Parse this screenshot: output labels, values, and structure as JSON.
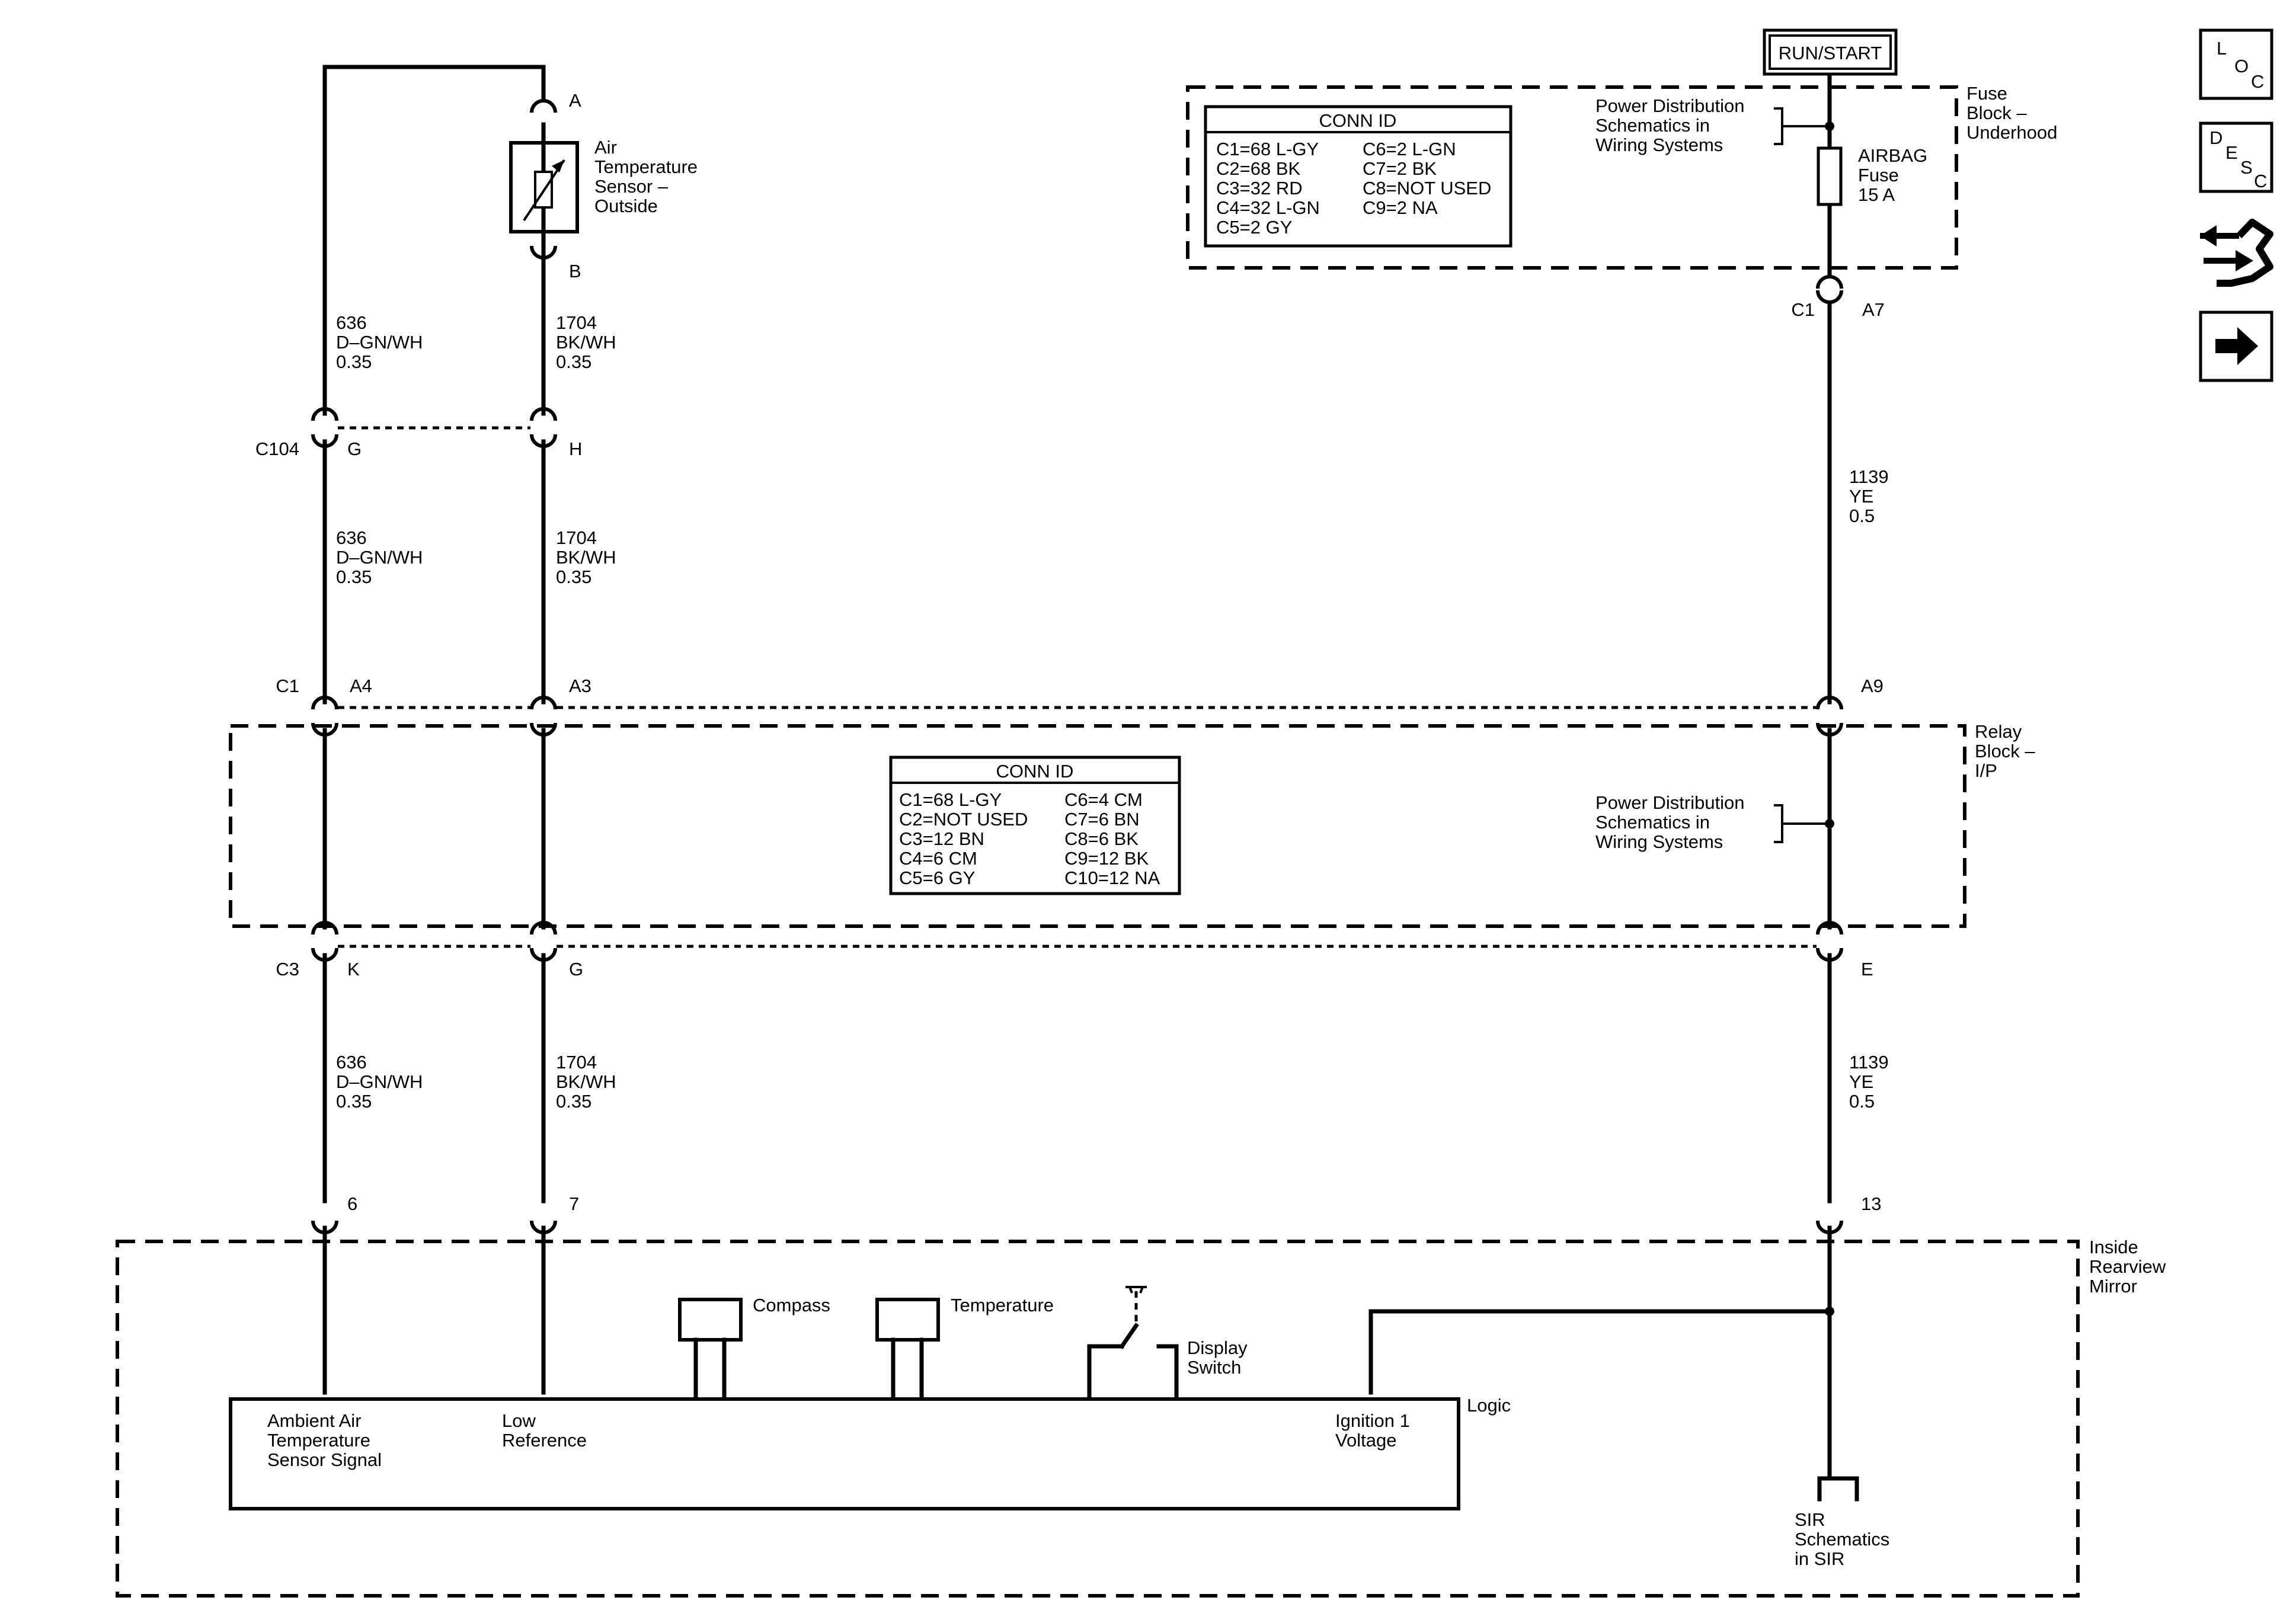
{
  "power": {
    "run_start": "RUN/START"
  },
  "fuse_block": {
    "title": [
      "Fuse",
      "Block –",
      "Underhood"
    ],
    "conn_title": "CONN ID",
    "conn_left": [
      "C1=68 L-GY",
      "C2=68 BK",
      "C3=32 RD",
      "C4=32 L-GN",
      "C5=2 GY"
    ],
    "conn_right": [
      "C6=2 L-GN",
      "C7=2 BK",
      "C8=NOT USED",
      "C9=2 NA"
    ],
    "power_dist": [
      "Power Distribution",
      "Schematics in",
      "Wiring Systems"
    ],
    "fuse_label": [
      "AIRBAG",
      "Fuse",
      "15 A"
    ],
    "conn_name": "C1",
    "pin": "A7"
  },
  "sensor": {
    "label": [
      "Air",
      "Temperature",
      "Sensor –",
      "Outside"
    ],
    "pin_a": "A",
    "pin_b": "B"
  },
  "wires": {
    "w636": [
      "636",
      "D–GN/WH",
      "0.35"
    ],
    "w1704": [
      "1704",
      "BK/WH",
      "0.35"
    ],
    "w1139": [
      "1139",
      "YE",
      "0.5"
    ]
  },
  "c104": {
    "name": "C104",
    "pin_g": "G",
    "pin_h": "H"
  },
  "relay_block": {
    "title": [
      "Relay",
      "Block –",
      "I/P"
    ],
    "top_conn": "C1",
    "top_pins": [
      "A4",
      "A3",
      "A9"
    ],
    "bottom_conn": "C3",
    "bottom_pins": [
      "K",
      "G",
      "E"
    ],
    "conn_title": "CONN ID",
    "conn_left": [
      "C1=68 L-GY",
      "C2=NOT USED",
      "C3=12 BN",
      "C4=6 CM",
      "C5=6 GY"
    ],
    "conn_right": [
      "C6=4 CM",
      "C7=6 BN",
      "C8=6 BK",
      "C9=12 BK",
      "C10=12 NA"
    ],
    "power_dist": [
      "Power Distribution",
      "Schematics in",
      "Wiring Systems"
    ]
  },
  "mirror": {
    "title": [
      "Inside",
      "Rearview",
      "Mirror"
    ],
    "pins": [
      "6",
      "7",
      "13"
    ],
    "logic": "Logic",
    "compass": "Compass",
    "temperature": "Temperature",
    "display_switch": [
      "Display",
      "Switch"
    ],
    "ambient": [
      "Ambient Air",
      "Temperature",
      "Sensor Signal"
    ],
    "low_ref": [
      "Low",
      "Reference"
    ],
    "ign": [
      "Ignition 1",
      "Voltage"
    ]
  },
  "sir": [
    "SIR",
    "Schematics",
    "in SIR"
  ],
  "nav_icons": {
    "loc": [
      "L",
      "O",
      "C"
    ],
    "desc": [
      "D",
      "E",
      "S",
      "C"
    ]
  }
}
